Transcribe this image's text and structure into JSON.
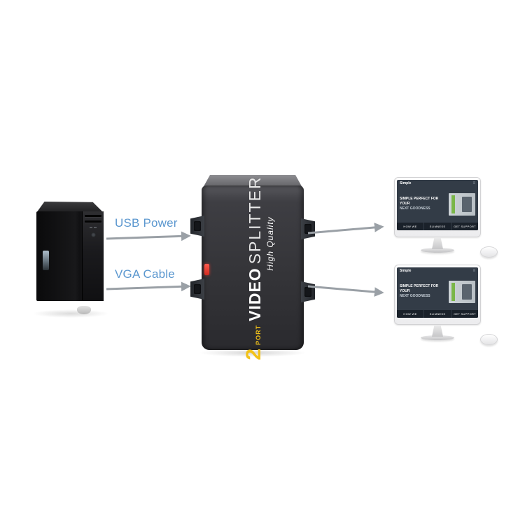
{
  "labels": {
    "usb_power": "USB Power",
    "vga_cable": "VGA Cable"
  },
  "splitter": {
    "badge": "2",
    "port_label": "PORT",
    "title_video": "VIDEO",
    "title_splitter": "SPLITTER",
    "subtitle": "High Quality"
  },
  "monitor_screen": {
    "brand": "Simple",
    "menu_icon": "≡",
    "headline_line1": "SIMPLE PERFECT FOR YOUR",
    "headline_line2": "NEXT GOODNESS",
    "buttons": [
      "HOW WE",
      "SLIMNESS",
      "GET SUPPORT"
    ]
  },
  "colors": {
    "label_blue": "#5b97cf",
    "arrow_gray": "#9aa0a6",
    "splitter_body": "#38383c",
    "badge_yellow": "#f2c21a",
    "screen_bg": "#333c47",
    "accent_green": "#7ab648"
  }
}
